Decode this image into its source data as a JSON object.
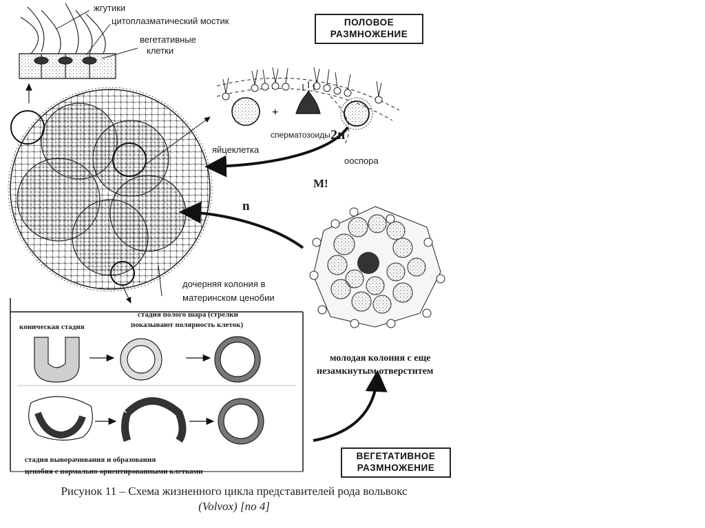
{
  "labels": {
    "flagella": "жгутики",
    "bridge": "цитоплазматический мостик",
    "vegetative_1": "вегетативные",
    "vegetative_2": "клетки",
    "egg": "яйцеклетка",
    "sperm": "сперматозоиды",
    "oospore": "ооспора",
    "two_n": "2n",
    "meiosis": "M!",
    "n": "n",
    "daughter_1": "дочерняя колония в",
    "daughter_2": "материнском ценобии",
    "hollow_ball_1": "стадия полого шара (стрелки",
    "hollow_ball_2": "показывают полярность клеток)",
    "conic": "коническая стадия",
    "eversion_1": "стадия выворачивания и образования",
    "eversion_2": "ценобия с нормально ориентированными клетками",
    "young_1": "молодая колония с еще",
    "young_2": "незамкнутым отверститем"
  },
  "boxes": {
    "sexual_1": "ПОЛОВОЕ",
    "sexual_2": "РАЗМНОЖЕНИЕ",
    "vegetative_1": "ВЕГЕТАТИВНОЕ",
    "vegetative_2": "РАЗМНОЖЕНИЕ"
  },
  "caption": {
    "line1": "Рисунок 11 – Схема жизненного цикла представителей рода вольвокс",
    "line2": "(Volvox) [по 4]"
  }
}
